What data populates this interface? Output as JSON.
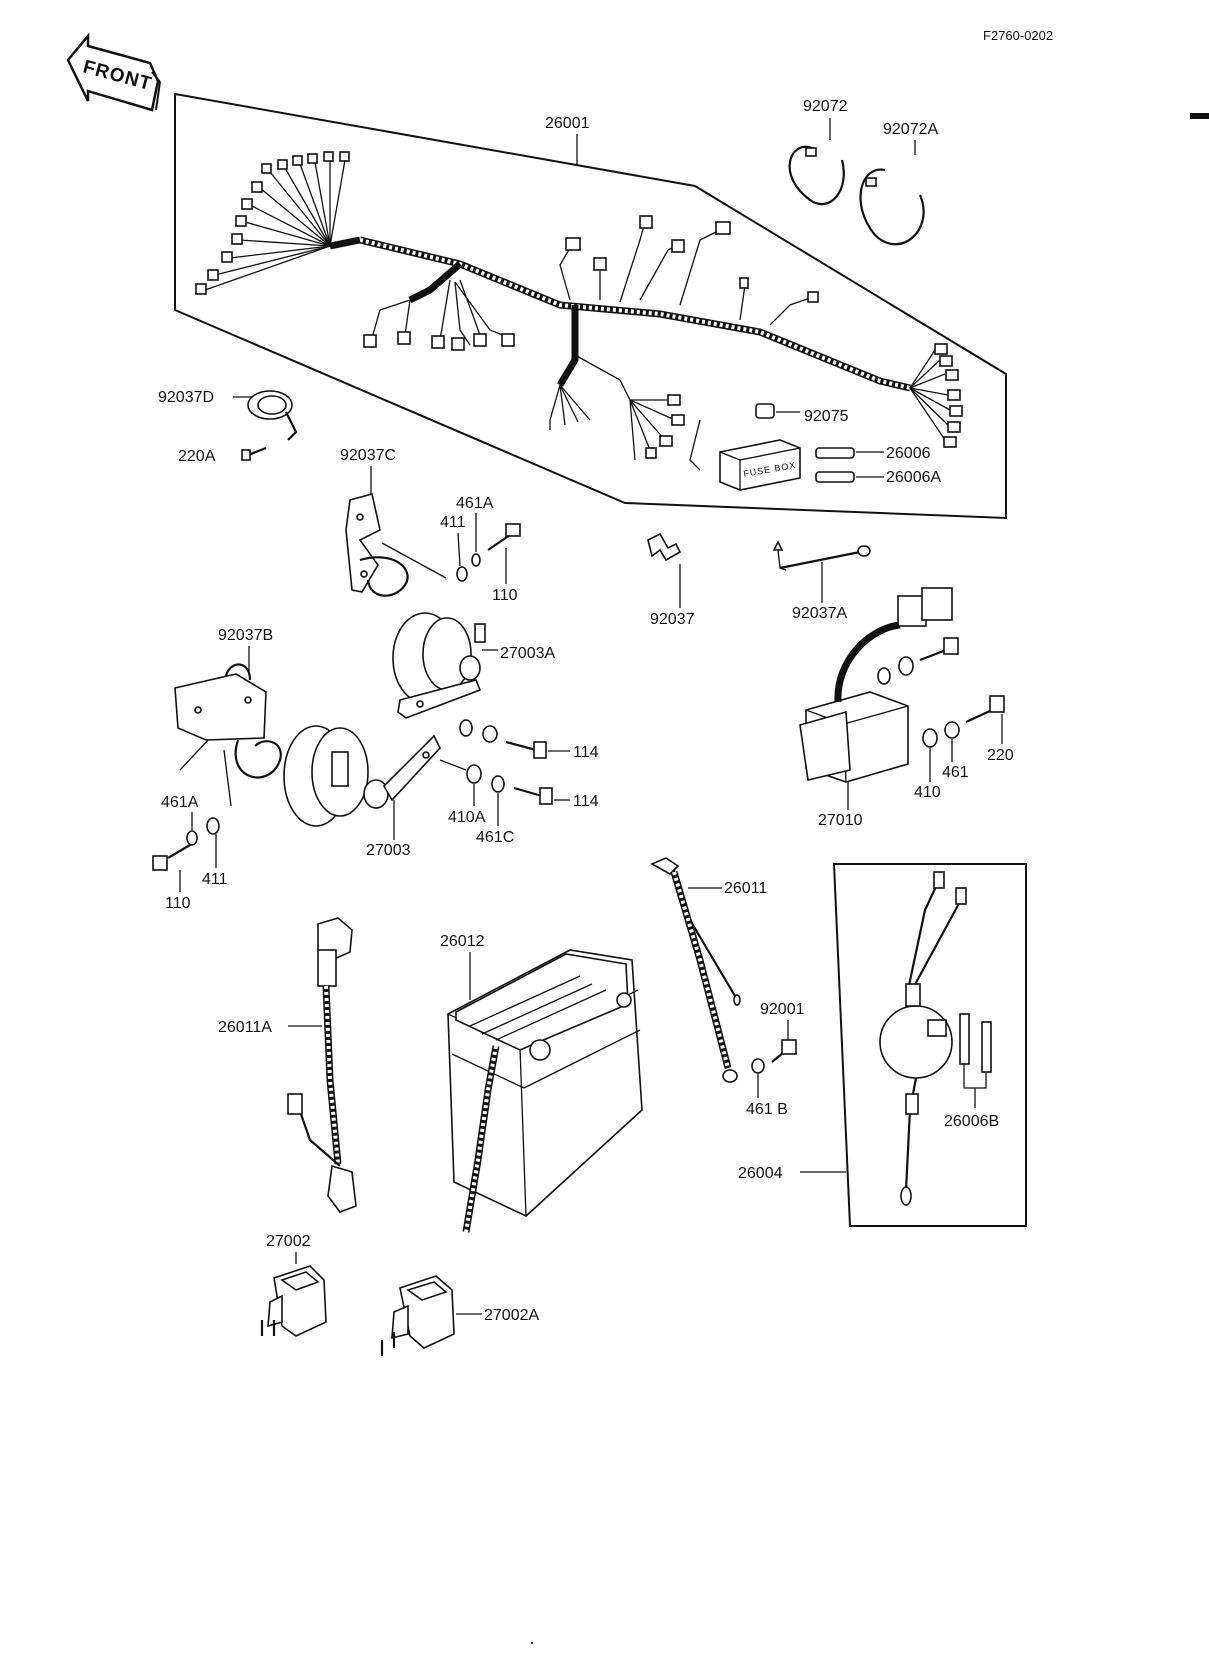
{
  "diagram_code": "F2760-0202",
  "front_label": "FRONT",
  "fuse_box_label": "FUSE BOX",
  "parts": {
    "harness": "26001",
    "band": "92072",
    "band_a": "92072A",
    "clamp_d": "92037D",
    "screw_220a": "220A",
    "fuse_holder": "92075",
    "fuse": "26006",
    "fuse_a": "26006A",
    "bracket_c": "92037C",
    "washer_461a_top": "461A",
    "washer_411_top": "411",
    "bolt_110_top": "110",
    "clamp": "92037",
    "clamp_a": "92037A",
    "bracket_b": "92037B",
    "horn_a": "27003A",
    "bolt_114_top": "114",
    "bolt_114_bottom": "114",
    "horn": "27003",
    "washer_410a": "410A",
    "washer_461c": "461C",
    "regulator": "27010",
    "bolt_220": "220",
    "washer_461": "461",
    "washer_410": "410",
    "washer_461a_bottom": "461A",
    "bolt_110_bottom": "110",
    "washer_411_bottom": "411",
    "lead_26011": "26011",
    "bolt_92001": "92001",
    "washer_461b": "461 B",
    "battery": "26012",
    "lead_26011a": "26011A",
    "relay_assy": "26004",
    "fuse_b": "26006B",
    "flasher": "27002",
    "flasher_a": "27002A"
  }
}
